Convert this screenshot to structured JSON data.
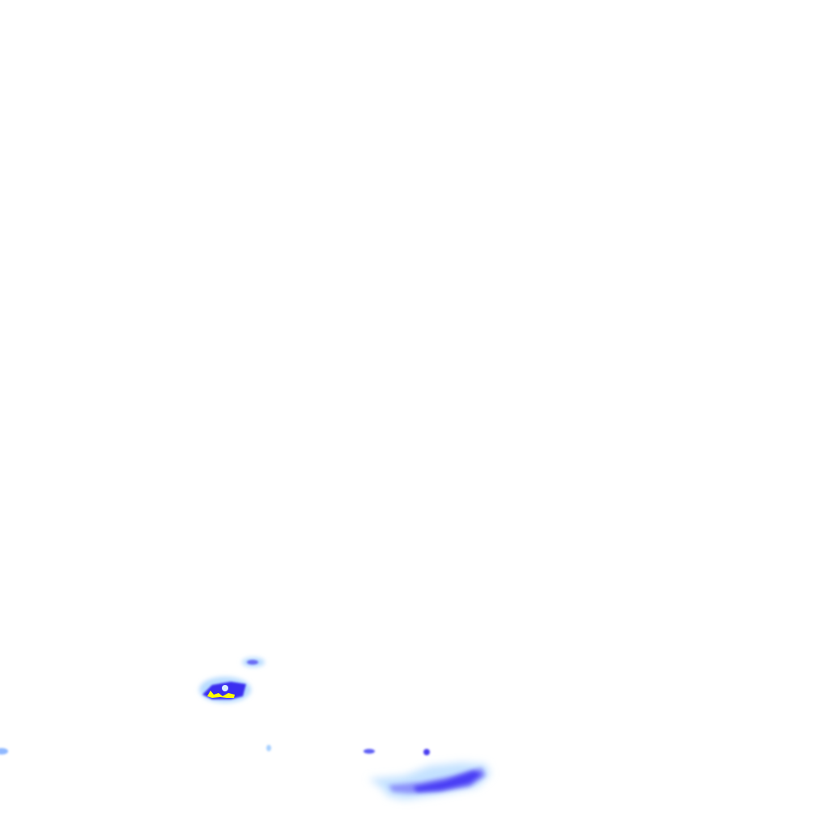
{
  "map": {
    "layer": "precipitation-radar",
    "colors": {
      "light": "#bfe3ff",
      "medium": "#8fb8ff",
      "heavy": "#3a2ef0",
      "intense": "#ffff00",
      "background": "#ffffff"
    },
    "cells": [
      {
        "name": "cell-north-small",
        "intensity": "medium"
      },
      {
        "name": "cell-west-main",
        "intensity": "intense"
      },
      {
        "name": "cell-west-edge",
        "intensity": "medium"
      },
      {
        "name": "cell-speck-center",
        "intensity": "light"
      },
      {
        "name": "cell-speck-right-1",
        "intensity": "heavy"
      },
      {
        "name": "cell-speck-right-2",
        "intensity": "heavy"
      },
      {
        "name": "cell-south-band",
        "intensity": "heavy"
      }
    ]
  }
}
